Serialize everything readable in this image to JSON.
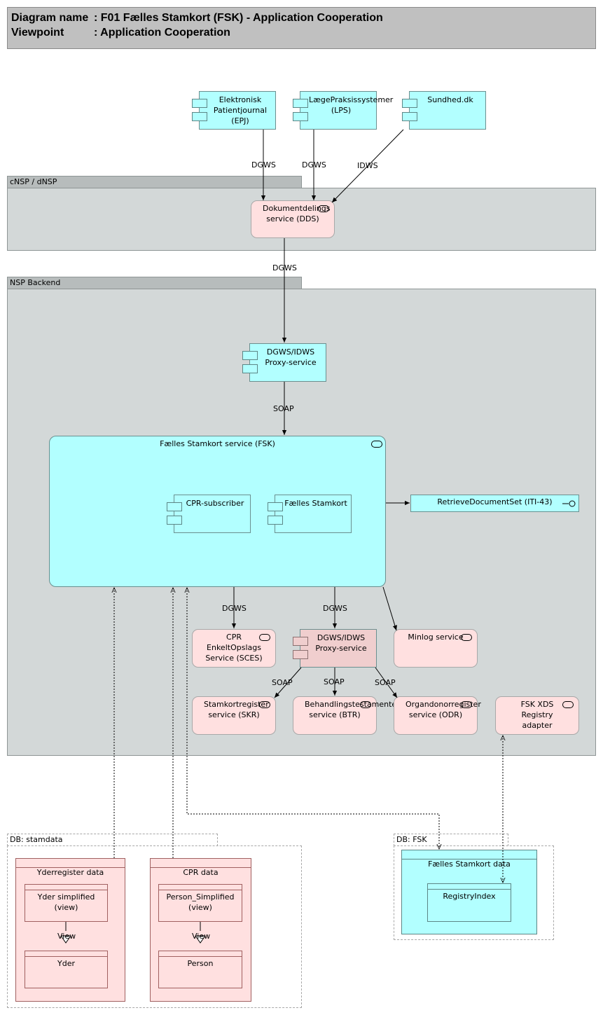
{
  "header": {
    "diagram_name_key": "Diagram name",
    "diagram_name_value": ": F01 Fælles Stamkort (FSK) - Application Cooperation",
    "viewpoint_key": "Viewpoint",
    "viewpoint_value": ": Application Cooperation"
  },
  "groups": {
    "cnsp": "cNSP / dNSP",
    "nsp_backend": "NSP Backend",
    "db_stamdata": "DB: stamdata",
    "db_fsk": "DB: FSK"
  },
  "components": {
    "epj": "Elektronisk Patientjournal (EPJ)",
    "lps": "LægePraksissystemer (LPS)",
    "sundhed": "Sundhed.dk",
    "dgws_proxy_top": "DGWS/IDWS Proxy-service",
    "cpr_subscriber": "CPR-subscriber",
    "faelles_stamkort": "Fælles Stamkort",
    "dgws_proxy_bottom": "DGWS/IDWS Proxy-service"
  },
  "services": {
    "dds": "Dokumentdelings service (DDS)",
    "fsk": "Fælles Stamkort service (FSK)",
    "sces": "CPR EnkeltOpslags Service (SCES)",
    "minlog": "Minlog service",
    "skr": "Stamkortregister service (SKR)",
    "btr": "Behandlingstestamente service (BTR)",
    "odr": "Organdonorregister service (ODR)",
    "xds": "FSK XDS Registry adapter"
  },
  "interfaces": {
    "retrieve": "RetrieveDocumentSet (ITI-43)"
  },
  "data_objects": {
    "yderregister": "Yderregister data",
    "yder_simplified": "Yder simplified (view)",
    "yder": "Yder",
    "cpr_data": "CPR data",
    "person_simplified": "Person_Simplified (view)",
    "person": "Person",
    "fsk_data": "Fælles Stamkort data",
    "registry_index": "RegistryIndex"
  },
  "connection_labels": {
    "dgws1": "DGWS",
    "dgws2": "DGWS",
    "idws": "IDWS",
    "dgws3": "DGWS",
    "soap1": "SOAP",
    "dgws4": "DGWS",
    "dgws5": "DGWS",
    "soap2": "SOAP",
    "soap3": "SOAP",
    "soap4": "SOAP",
    "view1": "View",
    "view2": "View"
  },
  "colors": {
    "application_component": "#b2ffff",
    "technology_service": "#ffe0e0",
    "group_fill": "#d3d8d8",
    "header_fill": "#c0c0c0"
  }
}
